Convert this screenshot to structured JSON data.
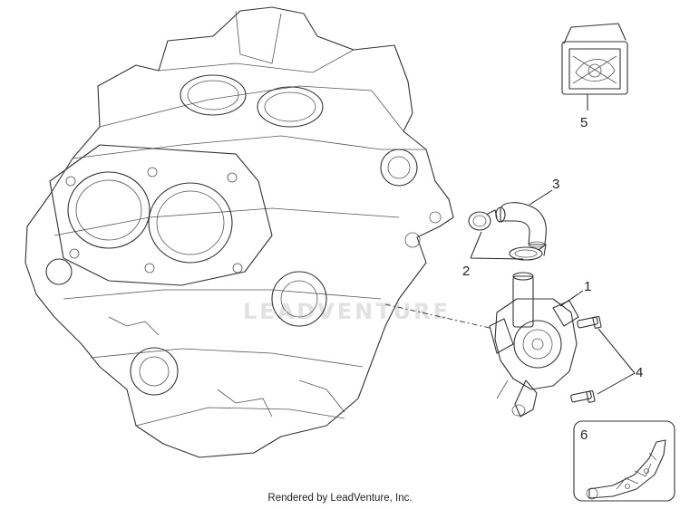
{
  "diagram": {
    "callouts": [
      {
        "id": "1",
        "label": "1"
      },
      {
        "id": "2",
        "label": "2"
      },
      {
        "id": "3",
        "label": "3"
      },
      {
        "id": "4",
        "label": "4"
      },
      {
        "id": "5",
        "label": "5"
      },
      {
        "id": "6",
        "label": "6"
      }
    ],
    "watermark": "LEADVENTURE",
    "footer": "Rendered by LeadVenture, Inc."
  },
  "colors": {
    "line": "#333333",
    "watermark": "#e2e2e2",
    "background": "#ffffff"
  }
}
